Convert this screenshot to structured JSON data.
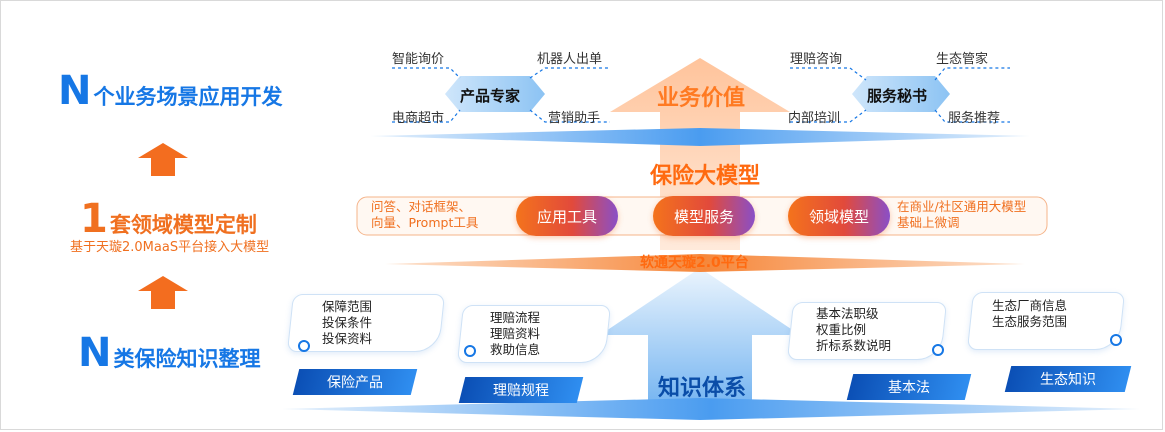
{
  "left": {
    "row1": {
      "letter": "N",
      "text": "个业务场景应用开发"
    },
    "row2": {
      "letter": "1",
      "text": "套领域模型定制",
      "sub": "基于天璇2.0MaaS平台接入大模型"
    },
    "row3": {
      "letter": "N",
      "text": "类保险知识整理"
    }
  },
  "value_layer": {
    "title": "业务价值",
    "hex_left": {
      "label": "产品专家",
      "items": [
        "智能询价",
        "机器人出单",
        "电商超市",
        "营销助手"
      ]
    },
    "hex_right": {
      "label": "服务秘书",
      "items": [
        "理赔咨询",
        "生态管家",
        "内部培训",
        "服务推荐"
      ]
    }
  },
  "model_layer": {
    "title": "保险大模型",
    "pills": [
      "应用工具",
      "模型服务",
      "领域模型"
    ],
    "note_left": [
      "问答、对话框架、",
      "向量、Prompt工具"
    ],
    "note_right": [
      "在商业/社区通用大模型",
      "基础上微调"
    ]
  },
  "platform": {
    "title": "软通天璇2.0平台"
  },
  "knowledge_layer": {
    "title": "知识体系",
    "cards": [
      {
        "tag": "保险产品",
        "items": [
          "保障范围",
          "投保条件",
          "投保资料"
        ]
      },
      {
        "tag": "理赔规程",
        "items": [
          "理赔流程",
          "理赔资料",
          "救助信息"
        ]
      },
      {
        "tag": "基本法",
        "items": [
          "基本法职级",
          "权重比例",
          "折标系数说明"
        ]
      },
      {
        "tag": "生态知识",
        "items": [
          "生态厂商信息",
          "生态服务范围"
        ]
      }
    ]
  },
  "colors": {
    "blue": "#1677e5",
    "orange": "#f07020",
    "dark_blue": "#0a4da8"
  }
}
